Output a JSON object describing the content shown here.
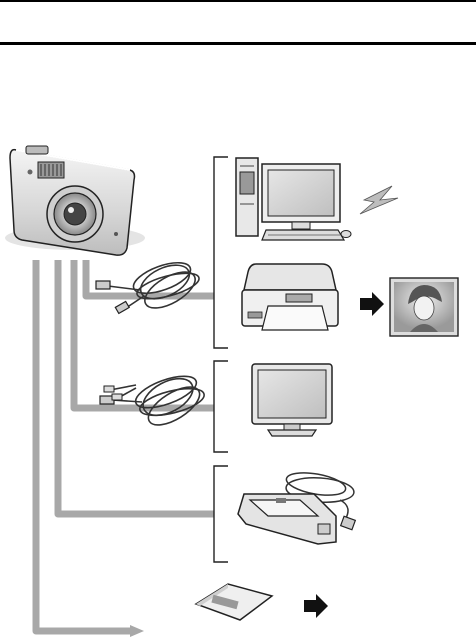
{
  "page": {
    "title": "",
    "body_text": ""
  },
  "diagram": {
    "devices": [
      {
        "name": "digital-camera"
      },
      {
        "name": "computer"
      },
      {
        "name": "printer"
      },
      {
        "name": "printed-photo"
      },
      {
        "name": "television"
      },
      {
        "name": "battery-charger"
      },
      {
        "name": "sd-memory-card"
      }
    ],
    "cables": [
      {
        "name": "usb-cable"
      },
      {
        "name": "av-cable"
      },
      {
        "name": "charger-cord"
      }
    ],
    "icons": [
      "camera-icon",
      "monitor-icon",
      "keyboard-icon",
      "mouse-icon",
      "lightning-icon",
      "printer-icon",
      "arrow-right-icon",
      "tv-icon",
      "charger-icon",
      "sd-card-icon"
    ],
    "colors": {
      "connector_gray": "#a8a8a8",
      "outline": "#222222",
      "screen_gray": "#dcdcdc"
    }
  }
}
